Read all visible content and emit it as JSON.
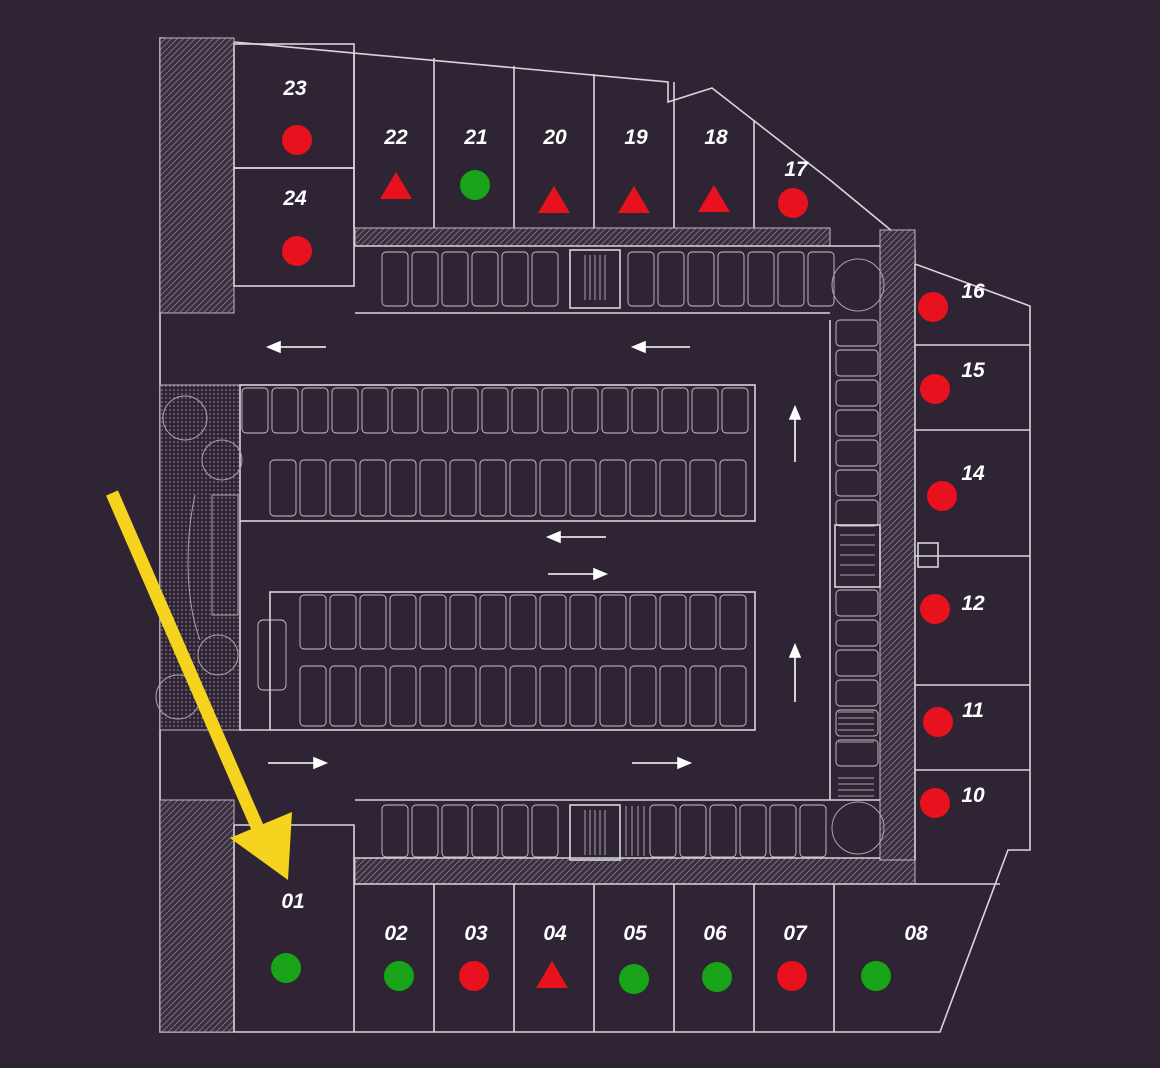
{
  "legend_colors": {
    "available": "#19a319",
    "sold": "#e8121f",
    "reserved": "#e8121f",
    "arrow": "#f5d31f",
    "background": "#2e2433"
  },
  "units": [
    {
      "id": "u01",
      "label": "01",
      "status": "available",
      "marker": "circle"
    },
    {
      "id": "u02",
      "label": "02",
      "status": "available",
      "marker": "circle"
    },
    {
      "id": "u03",
      "label": "03",
      "status": "sold",
      "marker": "circle"
    },
    {
      "id": "u04",
      "label": "04",
      "status": "reserved",
      "marker": "triangle"
    },
    {
      "id": "u05",
      "label": "05",
      "status": "available",
      "marker": "circle"
    },
    {
      "id": "u06",
      "label": "06",
      "status": "available",
      "marker": "circle"
    },
    {
      "id": "u07",
      "label": "07",
      "status": "sold",
      "marker": "circle"
    },
    {
      "id": "u08",
      "label": "08",
      "status": "available",
      "marker": "circle"
    },
    {
      "id": "u10",
      "label": "10",
      "status": "sold",
      "marker": "circle"
    },
    {
      "id": "u11",
      "label": "11",
      "status": "sold",
      "marker": "circle"
    },
    {
      "id": "u12",
      "label": "12",
      "status": "sold",
      "marker": "circle"
    },
    {
      "id": "u14",
      "label": "14",
      "status": "sold",
      "marker": "circle"
    },
    {
      "id": "u15",
      "label": "15",
      "status": "sold",
      "marker": "circle"
    },
    {
      "id": "u16",
      "label": "16",
      "status": "sold",
      "marker": "circle"
    },
    {
      "id": "u17",
      "label": "17",
      "status": "sold",
      "marker": "circle"
    },
    {
      "id": "u18",
      "label": "18",
      "status": "reserved",
      "marker": "triangle"
    },
    {
      "id": "u19",
      "label": "19",
      "status": "reserved",
      "marker": "triangle"
    },
    {
      "id": "u20",
      "label": "20",
      "status": "reserved",
      "marker": "triangle"
    },
    {
      "id": "u21",
      "label": "21",
      "status": "available",
      "marker": "circle"
    },
    {
      "id": "u22",
      "label": "22",
      "status": "reserved",
      "marker": "triangle"
    },
    {
      "id": "u23",
      "label": "23",
      "status": "sold",
      "marker": "circle"
    },
    {
      "id": "u24",
      "label": "24",
      "status": "sold",
      "marker": "circle"
    }
  ],
  "highlight": {
    "points_to": "01",
    "color": "#f5d31f"
  }
}
